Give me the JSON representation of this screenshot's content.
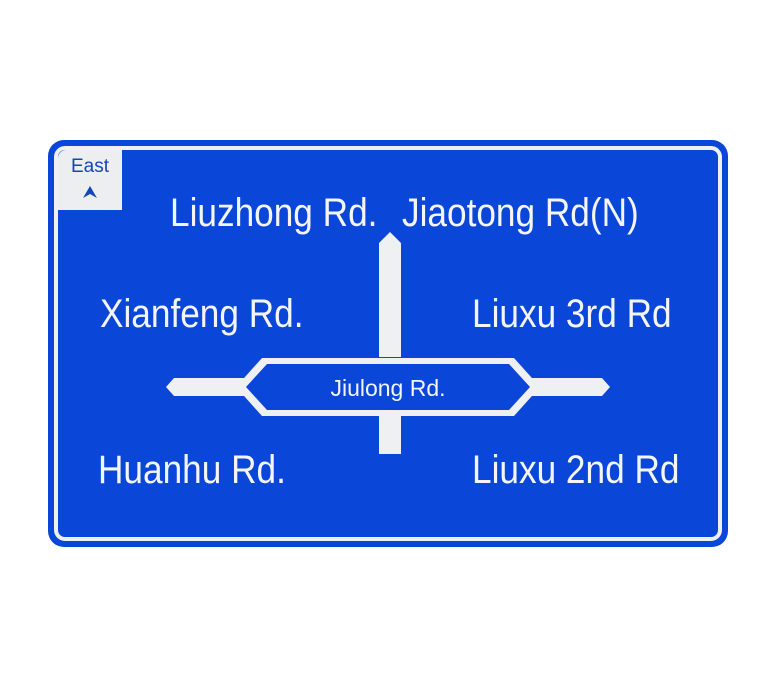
{
  "sign": {
    "background_color": "#0a46d8",
    "border_color": "#eef0f2",
    "direction_panel": {
      "label": "East",
      "icon": "arrow-up-icon"
    },
    "roads": {
      "north_left": "Liuzhong Rd.",
      "north_right": "Jiaotong Rd(N)",
      "west_upper": "Xianfeng Rd.",
      "east_upper": "Liuxu 3rd Rd",
      "current_road": "Jiulong Rd.",
      "west_lower": "Huanhu Rd.",
      "east_lower": "Liuxu 2nd Rd"
    }
  }
}
